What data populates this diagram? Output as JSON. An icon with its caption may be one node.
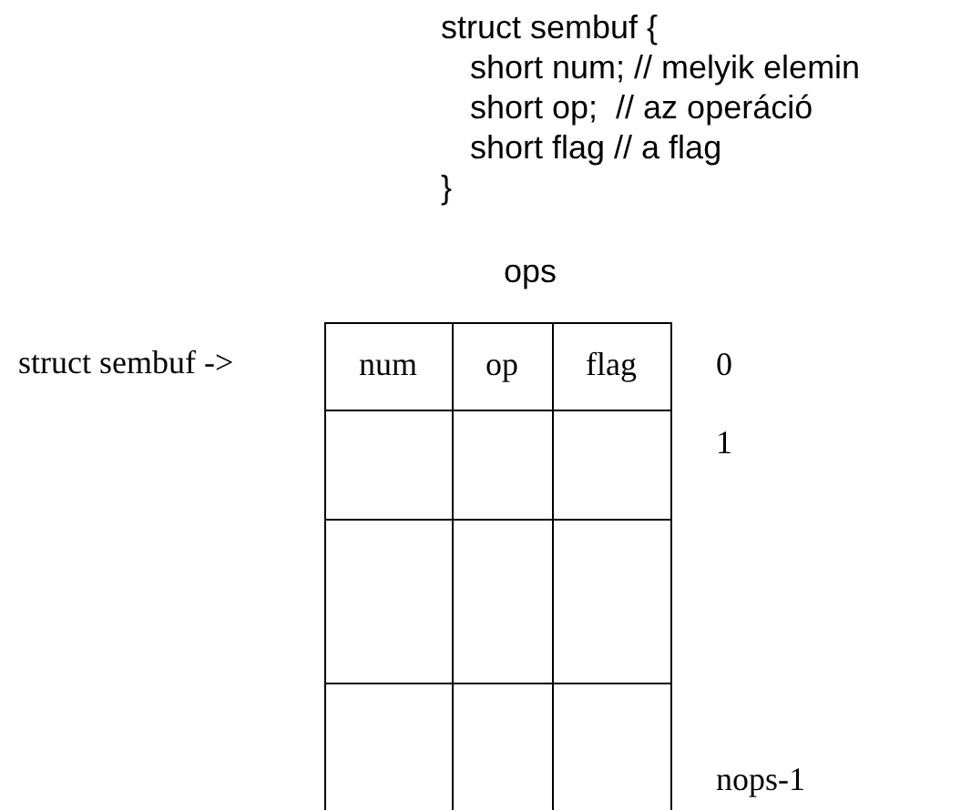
{
  "diagram": {
    "labels": [
      "struct sembuf {",
      "short num; // melyik elemin",
      "short op;  // az operáció",
      "short flag // a flag",
      "}",
      "ops",
      "struct sembuf ->",
      "num",
      "op",
      "flag",
      "0",
      "1",
      "nops-1"
    ]
  }
}
